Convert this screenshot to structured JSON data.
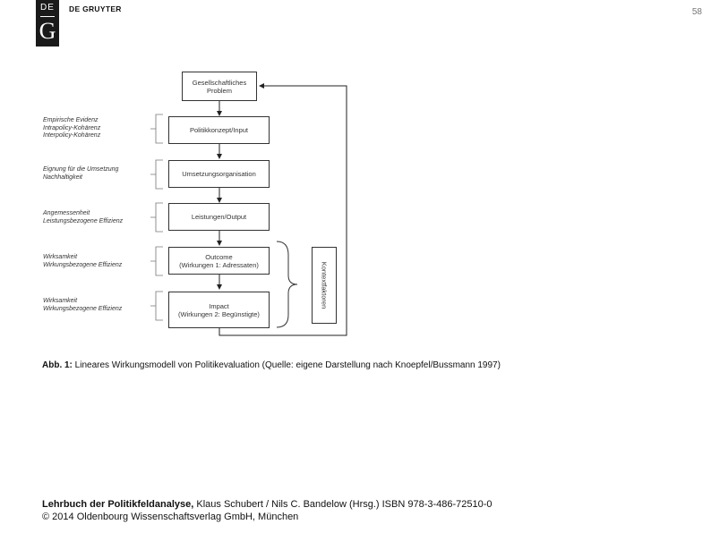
{
  "header": {
    "logo_top": "DE",
    "logo_bottom": "G",
    "publisher": "DE GRUYTER",
    "page_number": "58"
  },
  "diagram": {
    "boxes": [
      {
        "line1": "Gesellschaftliches",
        "line2": "Problem"
      },
      {
        "line1": "Politikkonzept/Input",
        "line2": ""
      },
      {
        "line1": "Umsetzungsorganisation",
        "line2": ""
      },
      {
        "line1": "Leistungen/Output",
        "line2": ""
      },
      {
        "line1": "Outcome",
        "line2": "(Wirkungen 1: Adressaten)"
      },
      {
        "line1": "Impact",
        "line2": "(Wirkungen 2: Begünstigte)"
      }
    ],
    "labels": [
      {
        "line1": "Empirische Evidenz",
        "line2": "Intrapolicy-Kohärenz",
        "line3": "Interpolicy-Kohärenz"
      },
      {
        "line1": "Eignung für die Umsetzung",
        "line2": "Nachhaltigkeit",
        "line3": ""
      },
      {
        "line1": "Angemessenheit",
        "line2": "Leistungsbezogene Effizienz",
        "line3": ""
      },
      {
        "line1": "Wirksamkeit",
        "line2": "Wirkungsbezogene Effizienz",
        "line3": ""
      },
      {
        "line1": "Wirksamkeit",
        "line2": "Wirkungsbezogene Effizienz",
        "line3": ""
      }
    ],
    "context_label": "Kontextfaktoren"
  },
  "caption": {
    "label": "Abb. 1:",
    "text": " Lineares Wirkungsmodell von Politikevaluation (Quelle: eigene Darstellung nach Knoepfel/Bussmann 1997)"
  },
  "footer": {
    "book_title": "Lehrbuch der Politikfeldanalyse,",
    "line1_rest": " Klaus Schubert / Nils C. Bandelow (Hrsg.) ISBN 978-3-486-72510-0",
    "line2": "© 2014 Oldenbourg Wissenschaftsverlag GmbH, München"
  }
}
